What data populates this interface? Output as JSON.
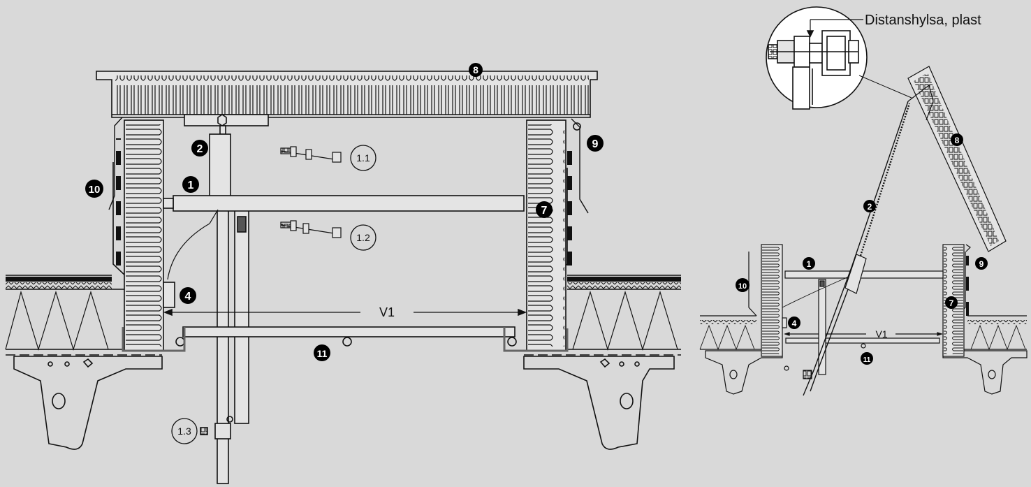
{
  "labels": {
    "l8": "8",
    "l2": "2",
    "l1": "1",
    "l1_1": "1.1",
    "l1_2": "1.2",
    "l1_3": "1.3",
    "l4": "4",
    "l7": "7",
    "l9": "9",
    "l10": "10",
    "l11": "11",
    "v1": "V1"
  },
  "detail": {
    "l8": "8",
    "l2": "2",
    "l1": "1",
    "l9": "9",
    "l10": "10",
    "l7": "7",
    "l4": "4",
    "l11": "11",
    "v1": "V1",
    "callout": "Distanshylsa, plast"
  },
  "colors": {
    "background": "#d9d9d9",
    "line": "#111111",
    "fill_light": "#e4e4e4",
    "marker": "#000000"
  }
}
